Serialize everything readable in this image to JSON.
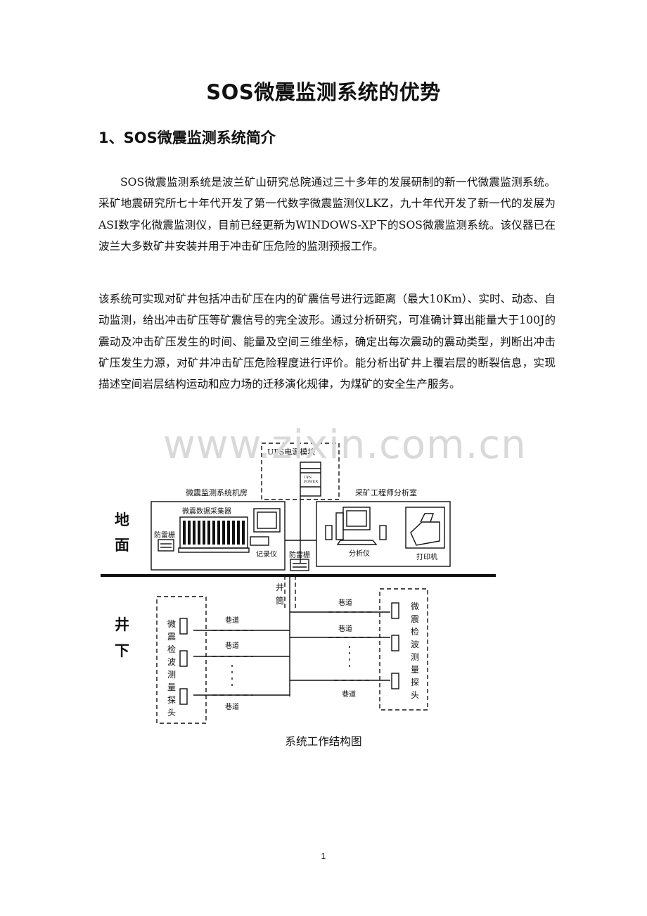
{
  "document": {
    "title": "SOS微震监测系统的优势",
    "section_heading": "1、SOS微震监测系统简介",
    "paragraph_1": "SOS微震监测系统是波兰矿山研究总院通过三十多年的发展研制的新一代微震监测系统。采矿地震研究所七十年代开发了第一代数字微震监测仪LKZ，九十年代开发了新一代的发展为ASI数字化微震监测仪，目前已经更新为WINDOWS-XP下的SOS微震监测系统。该仪器已在波兰大多数矿井安装并用于冲击矿压危险的监测预报工作。",
    "paragraph_2": "该系统可实现对矿井包括冲击矿压在内的矿震信号进行远距离（最大10Km）、实时、动态、自动监测，给出冲击矿压等矿震信号的完全波形。通过分析研究，可准确计算出能量大于100J的震动及冲击矿压发生的时间、能量及空间三维坐标，确定出每次震动的震动类型，判断出冲击矿压发生力源，对矿井冲击矿压危险程度进行评价。能分析出矿井上覆岩层的断裂信息，实现描述空间岩层结构运动和应力场的迁移演化规律，为煤矿的安全生产服务。",
    "watermark": "www.zixin.com.cn",
    "figure_caption": "系统工作结构图",
    "page_number": "1"
  },
  "diagram": {
    "ups_module": "UPS电源模块",
    "ups_label_1": "UPS",
    "ups_label_2": "POWER",
    "machine_room": "微震监测系统机房",
    "analysis_room": "采矿工程师分析室",
    "collector": "微震数据采集器",
    "recorder": "记录仪",
    "lightning_left": "防雷栅",
    "lightning_center": "防雷栅",
    "analyzer": "分析仪",
    "printer": "打印机",
    "ground_char_1": "地",
    "ground_char_2": "面",
    "underground_char_1": "井",
    "underground_char_2": "下",
    "shaft_char_1": "井",
    "shaft_char_2": "筒",
    "roadway_labels": [
      "巷道",
      "巷道",
      "巷道",
      "巷道",
      "巷道",
      "巷道"
    ],
    "probe_label_left": [
      "微",
      "震",
      "检",
      "波",
      "测",
      "量",
      "探",
      "头"
    ],
    "probe_label_right": [
      "微",
      "震",
      "检",
      "波",
      "测",
      "量",
      "探",
      "头"
    ]
  }
}
